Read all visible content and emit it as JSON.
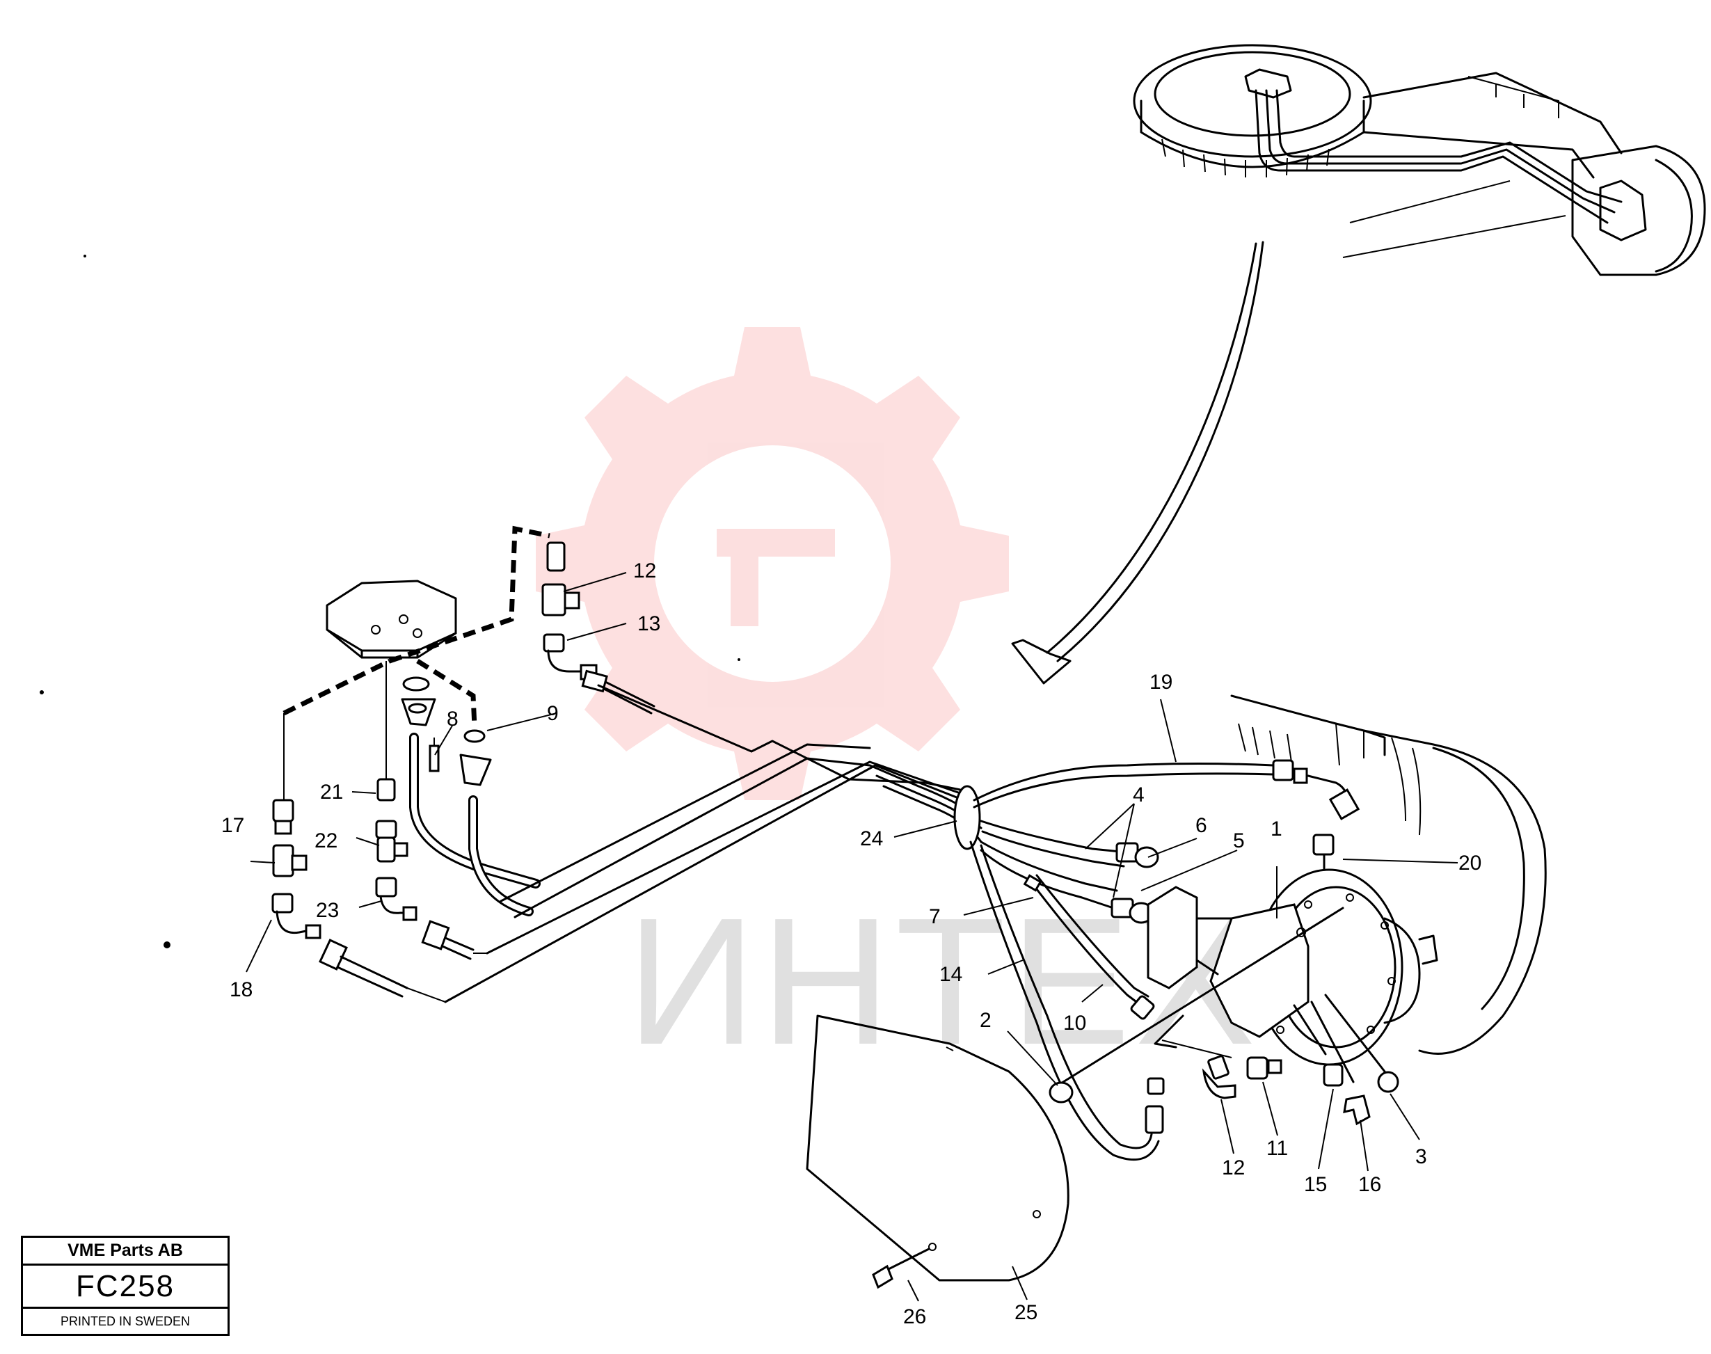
{
  "watermark": {
    "text": "ИНТЕХ",
    "color": "#f03c3c"
  },
  "title_block": {
    "company": "VME Parts AB",
    "code": "FC258",
    "footer": "PRINTED IN SWEDEN"
  },
  "callouts": {
    "c1": "1",
    "c2": "2",
    "c3": "3",
    "c4": "4",
    "c5": "5",
    "c6": "6",
    "c7": "7",
    "c8": "8",
    "c9": "9",
    "c10": "10",
    "c11": "11",
    "c12a": "12",
    "c12b": "12",
    "c13": "13",
    "c14": "14",
    "c15": "15",
    "c16": "16",
    "c17": "17",
    "c18": "18",
    "c19": "19",
    "c20": "20",
    "c21": "21",
    "c22": "22",
    "c23": "23",
    "c24": "24",
    "c25": "25",
    "c26": "26"
  }
}
